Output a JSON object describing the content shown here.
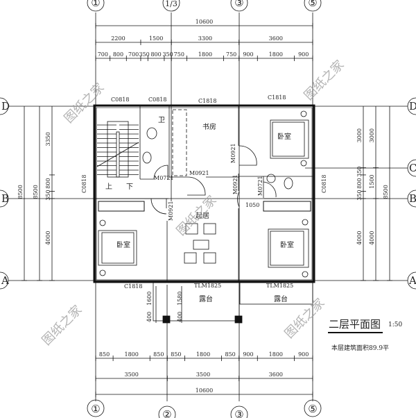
{
  "axes": {
    "top": [
      "①",
      "1/3",
      "③",
      "⑤"
    ],
    "bottom": [
      "①",
      "②",
      "③",
      "⑤"
    ],
    "left": [
      "D",
      "B",
      "A"
    ],
    "right": [
      "D",
      "C",
      "B",
      "A"
    ]
  },
  "dimensions": {
    "top_total": [
      "10600"
    ],
    "top_mid": [
      "2200",
      "1500",
      "3300",
      "3600"
    ],
    "top_detail": [
      "700",
      "800",
      "700",
      "350",
      "800",
      "350",
      "750",
      "1800",
      "750",
      "900",
      "1800",
      "900"
    ],
    "bottom_detail": [
      "850",
      "1800",
      "850",
      "850",
      "1800",
      "850",
      "900",
      "1800",
      "900"
    ],
    "bottom_mid": [
      "3500",
      "3500",
      "3600"
    ],
    "bottom_total": [
      "10600"
    ],
    "left_inner": [
      "3350",
      "800",
      "350",
      "4000"
    ],
    "left_outer": [
      "8500"
    ],
    "left_outer2": [
      "8500"
    ],
    "right_inner": [
      "3000",
      "350",
      "800",
      "350",
      "4000"
    ],
    "right_mid": [
      "3000",
      "1500",
      "4000"
    ],
    "right_outer": [
      "8500"
    ],
    "balcony": {
      "d1600": "1600",
      "d1580": "1580",
      "d400a": "400",
      "d400b": "400",
      "d1050": "1050"
    }
  },
  "rooms": {
    "bath": "卫",
    "study": "书房",
    "bedroom_ne": "卧室",
    "bedroom_sw": "卧室",
    "bedroom_se": "卧室",
    "living": "起居",
    "stair_up": "上",
    "stair_down": "下",
    "terrace_mid": "露台",
    "terrace_right": "露台"
  },
  "openings": {
    "w_top1": "C0818",
    "w_top2": "C0818",
    "w_top3": "C1818",
    "w_top4": "C1818",
    "w_left": "C0818",
    "w_right": "C0818",
    "w_bottom": "C1818",
    "d_bath": "M0721",
    "d_study": "M0921",
    "d_bed_ne": "M0921",
    "d_hall": "M0921",
    "d_bath2": "M0721",
    "d_bed_sw": "M0921",
    "tlm1": "TLM1825",
    "tlm2": "TLM1825"
  },
  "title": {
    "name": "二层平面图",
    "scale": "1:50",
    "area": "本层建筑面积89.9平"
  },
  "watermark": "图纸之家"
}
